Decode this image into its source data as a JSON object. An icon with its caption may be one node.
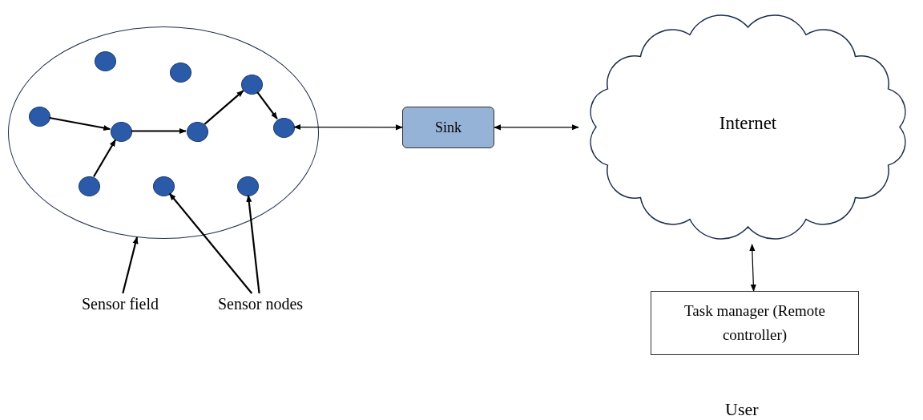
{
  "diagram": {
    "nodes": [
      {
        "text": [],
        "shape": "ellipse"
      },
      {
        "text": [],
        "shape": "circle",
        "in": 0
      },
      {
        "text": [],
        "shape": "circle",
        "in": 0
      },
      {
        "text": [],
        "shape": "circle",
        "in": 0
      },
      {
        "text": [],
        "shape": "circle",
        "in": 0
      },
      {
        "text": [],
        "shape": "circle",
        "in": 0
      },
      {
        "text": [],
        "shape": "circle",
        "in": 0
      },
      {
        "text": [],
        "shape": "circle",
        "in": 0
      },
      {
        "text": [],
        "shape": "circle",
        "in": 0
      },
      {
        "text": [],
        "shape": "circle",
        "in": 0
      },
      {
        "text": [],
        "shape": "circle",
        "in": 0
      },
      {
        "text": [
          "Sink"
        ]
      },
      {
        "text": [
          "Internet"
        ]
      },
      {
        "text": [
          "Task manager (Remote controller)"
        ]
      },
      {
        "text": [
          "Sensor field"
        ]
      },
      {
        "text": [
          "Sensor nodes"
        ]
      }
    ],
    "edges": [
      {
        "from": 1,
        "to": 4,
        "arrow": "to"
      },
      {
        "from": 2,
        "to": 4,
        "arrow": "to"
      },
      {
        "from": 4,
        "to": 7,
        "arrow": "to"
      },
      {
        "from": 7,
        "to": 9,
        "arrow": "to"
      },
      {
        "from": 9,
        "to": 10,
        "arrow": "to"
      },
      {
        "from": 10,
        "to": 11,
        "arrow": "both"
      },
      {
        "from": 11,
        "to": 12,
        "arrow": "both"
      },
      {
        "from": 12,
        "to": 13,
        "arrow": "both"
      },
      {
        "from": 14,
        "to": 0,
        "arrow": "to"
      },
      {
        "from": 15,
        "to": 5,
        "arrow": "to"
      },
      {
        "from": 15,
        "to": 8,
        "arrow": "to"
      }
    ],
    "labels": [
      "User"
    ]
  }
}
